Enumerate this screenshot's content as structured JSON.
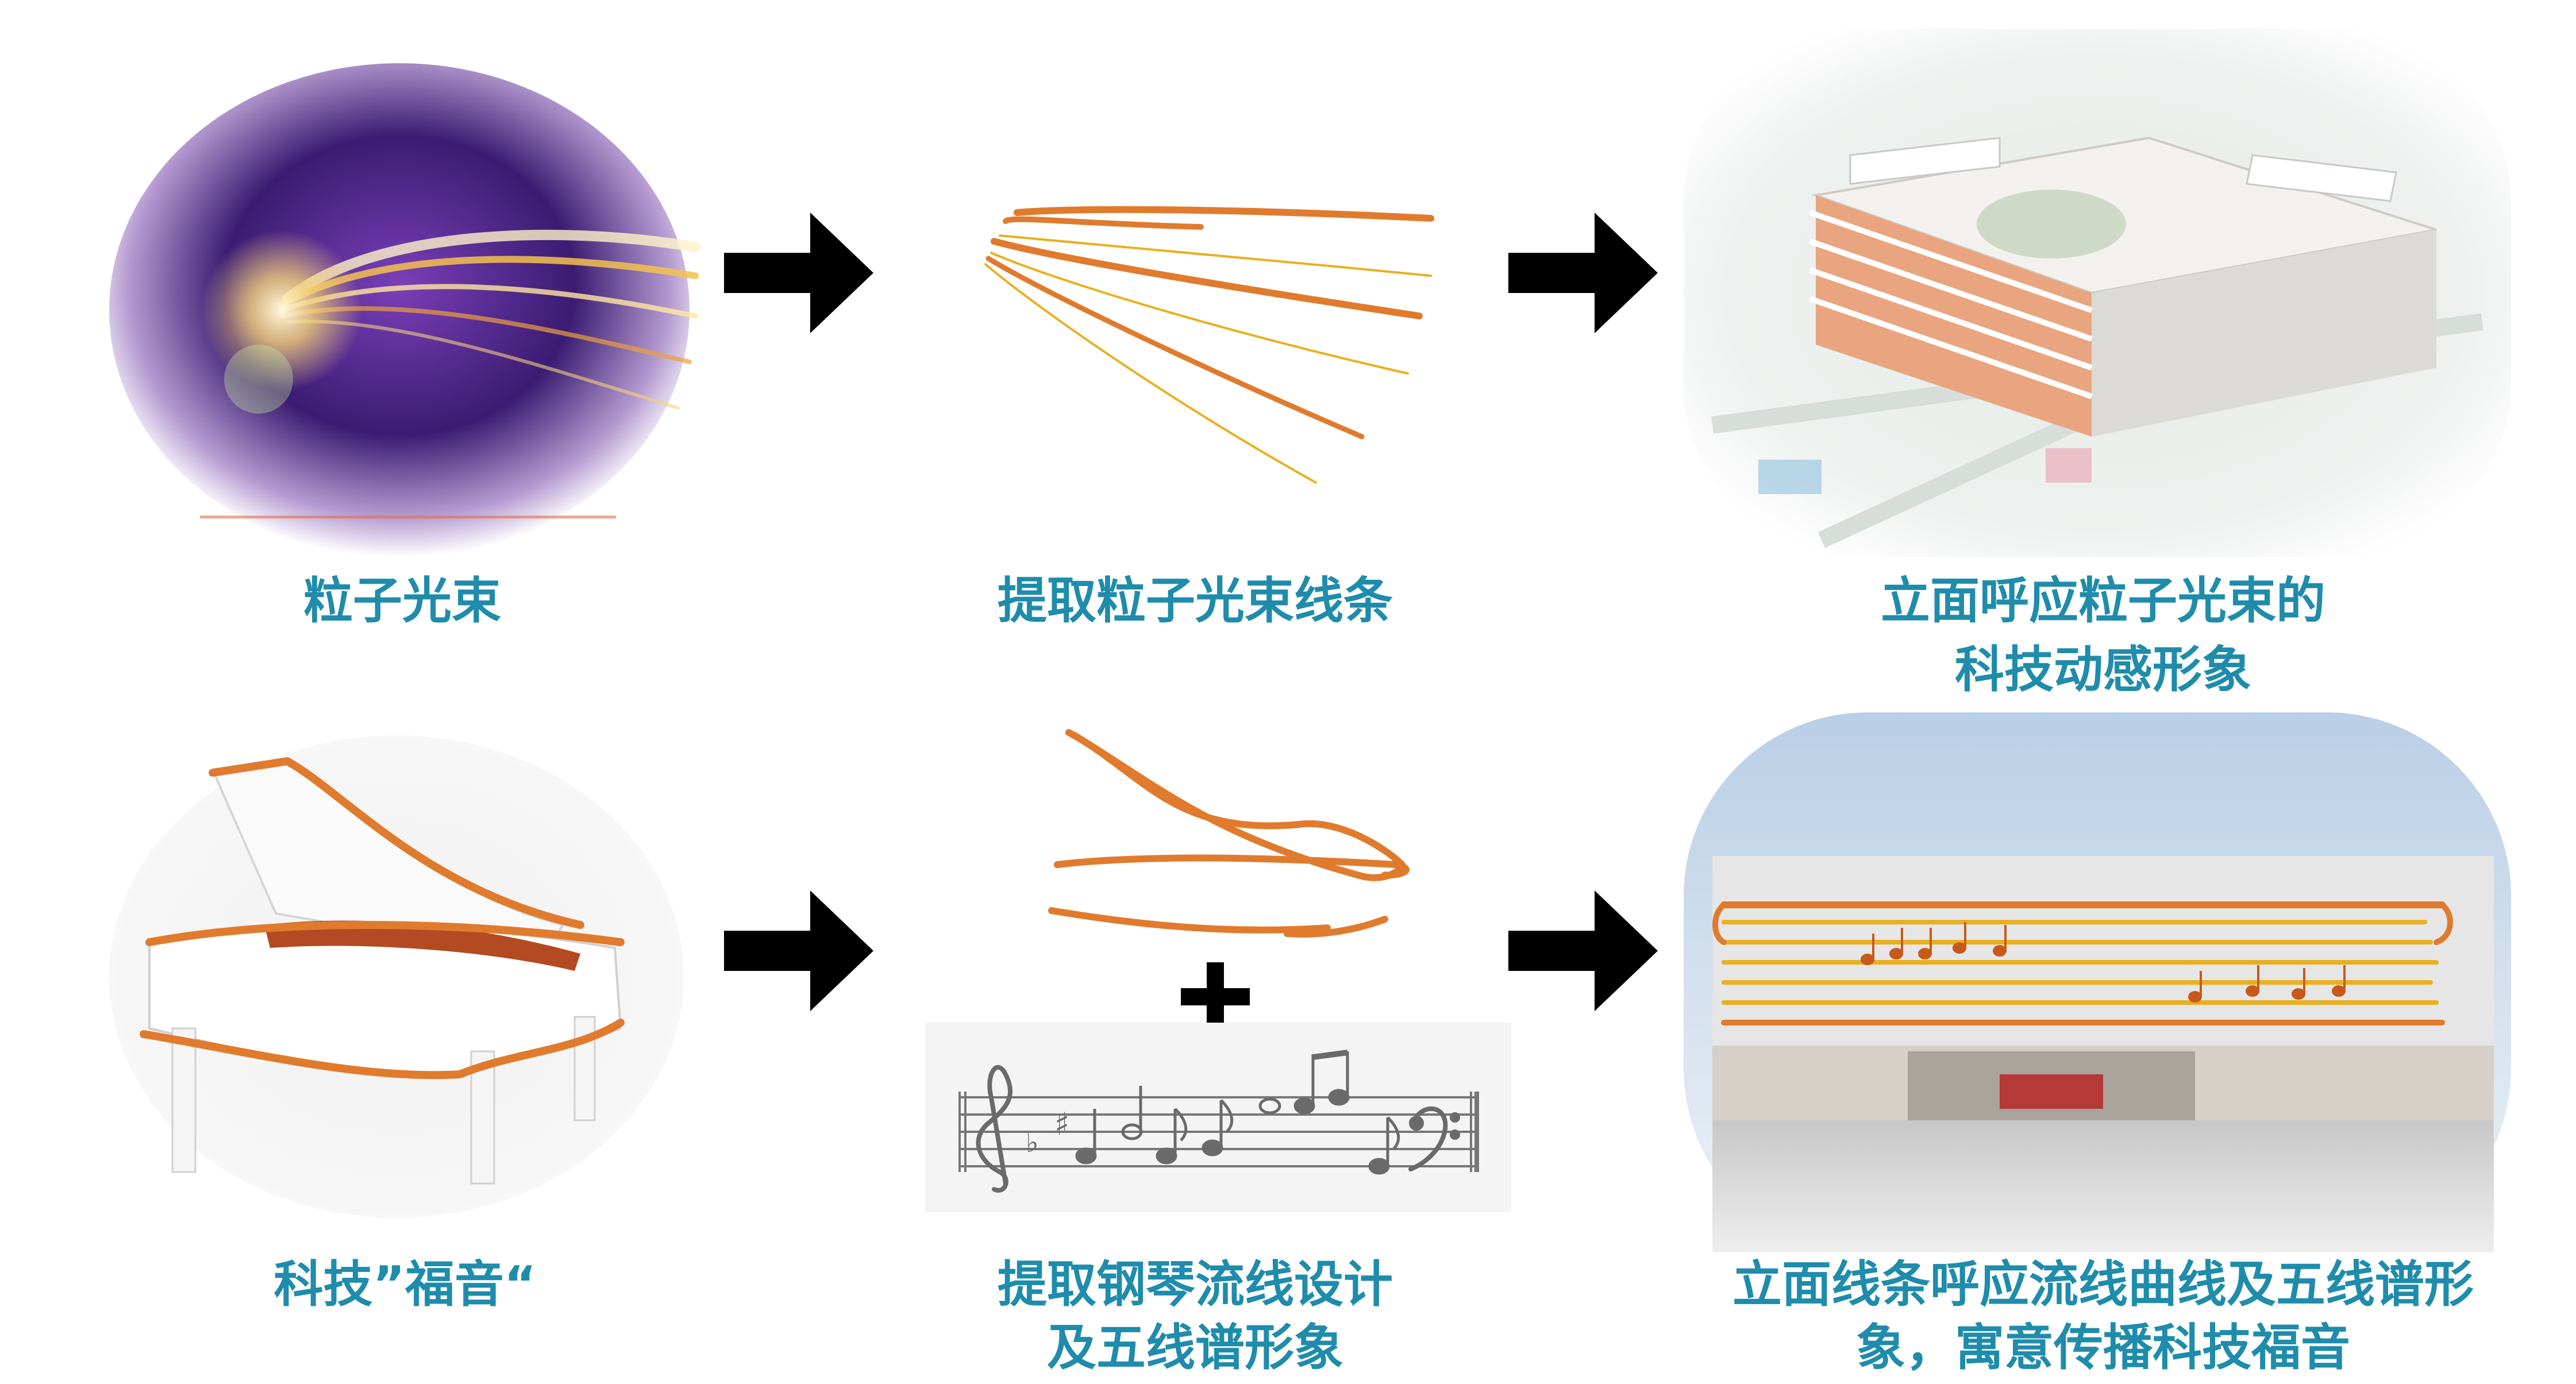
{
  "steps": {
    "row1": {
      "source_caption": "粒子光束",
      "extract_caption": "提取粒子光束线条",
      "result_caption_line1": "立面呼应粒子光束的",
      "result_caption_line2": "科技动感形象"
    },
    "row2": {
      "source_caption": "科技”福音“",
      "extract_caption_line1": "提取钢琴流线设计",
      "extract_caption_line2": "及五线谱形象",
      "result_caption_line1": "立面线条呼应流线曲线及五线谱形",
      "result_caption_line2": "象，寓意传播科技福音",
      "plus_symbol": "+"
    }
  },
  "colors": {
    "caption": "#1f8cab",
    "accent_orange": "#e07b2e",
    "accent_yellow": "#e9b01f",
    "arrow": "#000000"
  },
  "icons": [
    "right-arrow-icon",
    "plus-icon",
    "treble-clef-icon",
    "bass-clef-icon"
  ]
}
